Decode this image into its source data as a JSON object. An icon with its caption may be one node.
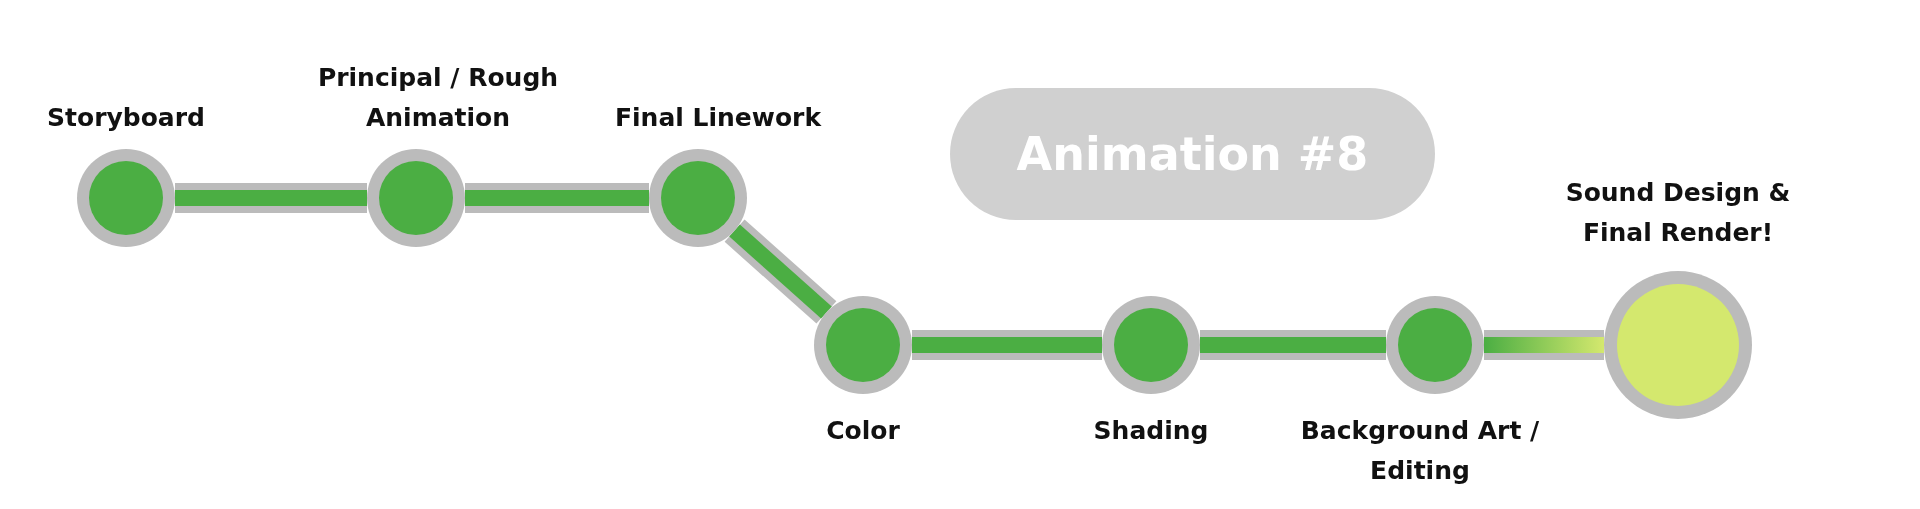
{
  "diagram": {
    "title": "Animation #8",
    "nodes": [
      {
        "text": [
          "Storyboard"
        ]
      },
      {
        "text": [
          "Principal / Rough Animation"
        ]
      },
      {
        "text": [
          "Final Linework"
        ]
      },
      {
        "text": [
          "Color"
        ]
      },
      {
        "text": [
          "Shading"
        ]
      },
      {
        "text": [
          "Background Art / Editing"
        ]
      },
      {
        "text": [
          "Sound Design & Final Render!"
        ]
      }
    ],
    "edges": [
      {
        "from": 0,
        "to": 1,
        "arrow": "none"
      },
      {
        "from": 1,
        "to": 2,
        "arrow": "none"
      },
      {
        "from": 2,
        "to": 3,
        "arrow": "none"
      },
      {
        "from": 3,
        "to": 4,
        "arrow": "none"
      },
      {
        "from": 4,
        "to": 5,
        "arrow": "none"
      },
      {
        "from": 5,
        "to": 6,
        "arrow": "none"
      }
    ]
  }
}
